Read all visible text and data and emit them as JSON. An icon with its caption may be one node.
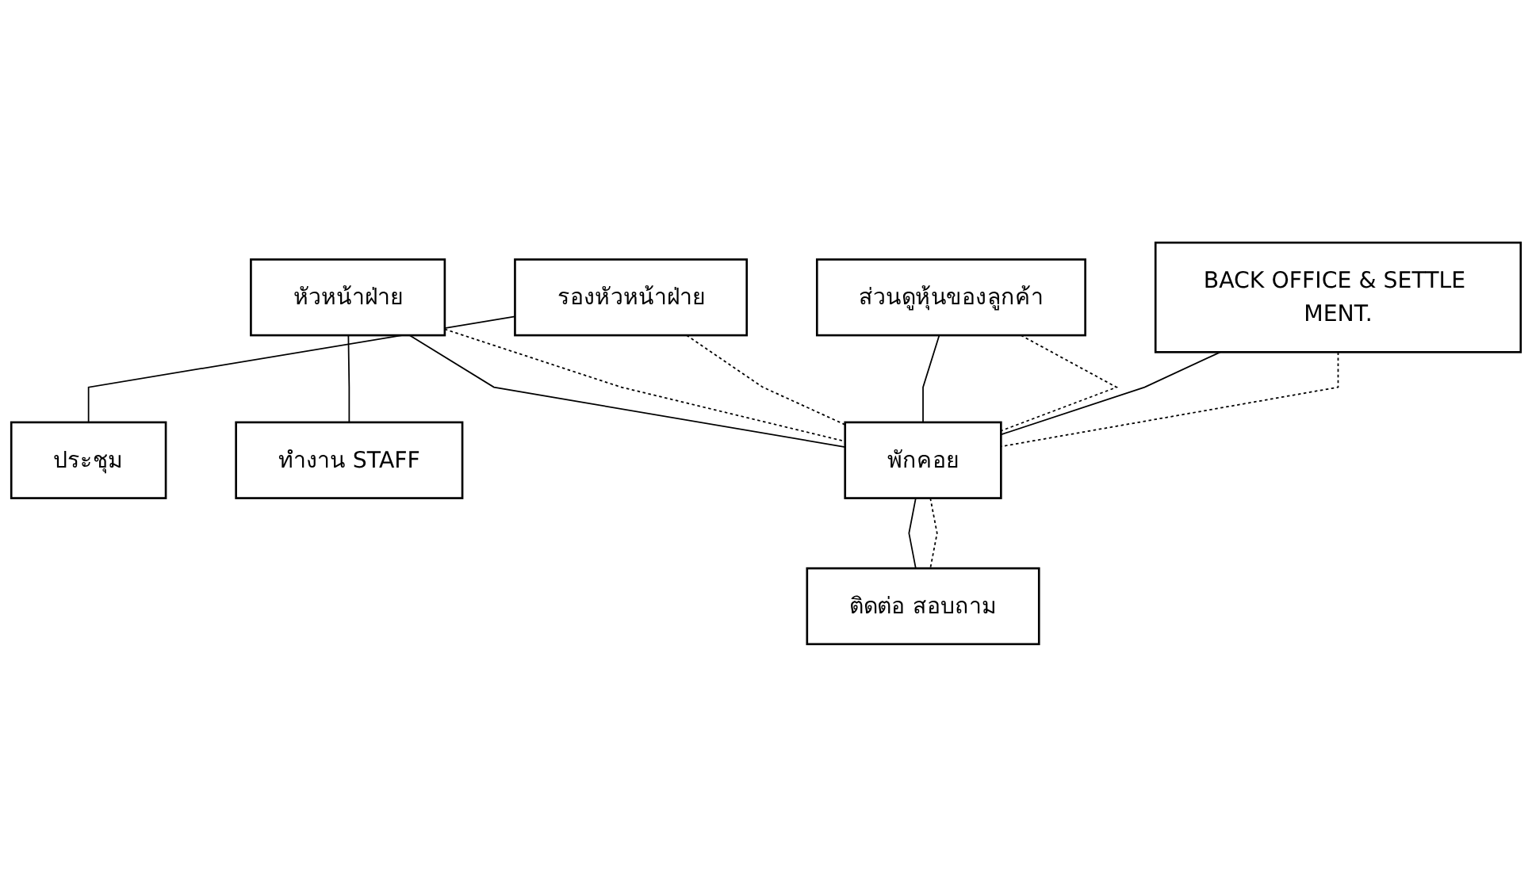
{
  "diagram": {
    "nodes": [
      {
        "text": [
          "หัวหน้าฝ่าย"
        ]
      },
      {
        "text": [
          "รองหัวหน้าฝ่าย"
        ]
      },
      {
        "text": [
          "ประชุม"
        ]
      },
      {
        "text": [
          "ส่วนดูหุ้นของลูกค้า"
        ]
      },
      {
        "text": [
          "BACK OFFICE & SETTLE MENT."
        ]
      },
      {
        "text": [
          "ทำงาน STAFF"
        ]
      },
      {
        "text": [
          "พักคอย"
        ]
      },
      {
        "text": [
          "ติดต่อ สอบถาม"
        ]
      }
    ],
    "edges": [
      {
        "from": 0,
        "to": 6,
        "arrow": "none"
      },
      {
        "from": 0,
        "to": 6,
        "arrow": "none",
        "style": "dashed"
      },
      {
        "from": 1,
        "to": 2,
        "arrow": "none"
      },
      {
        "from": 1,
        "to": 6,
        "arrow": "none",
        "style": "dashed"
      },
      {
        "from": 0,
        "to": 5,
        "arrow": "none"
      },
      {
        "from": 3,
        "to": 6,
        "arrow": "none"
      },
      {
        "from": 3,
        "to": 6,
        "arrow": "none",
        "style": "dashed"
      },
      {
        "from": 4,
        "to": 6,
        "arrow": "none"
      },
      {
        "from": 4,
        "to": 6,
        "arrow": "none",
        "style": "dashed"
      },
      {
        "from": 6,
        "to": 7,
        "arrow": "none"
      },
      {
        "from": 6,
        "to": 7,
        "arrow": "none",
        "style": "dashed"
      }
    ]
  }
}
